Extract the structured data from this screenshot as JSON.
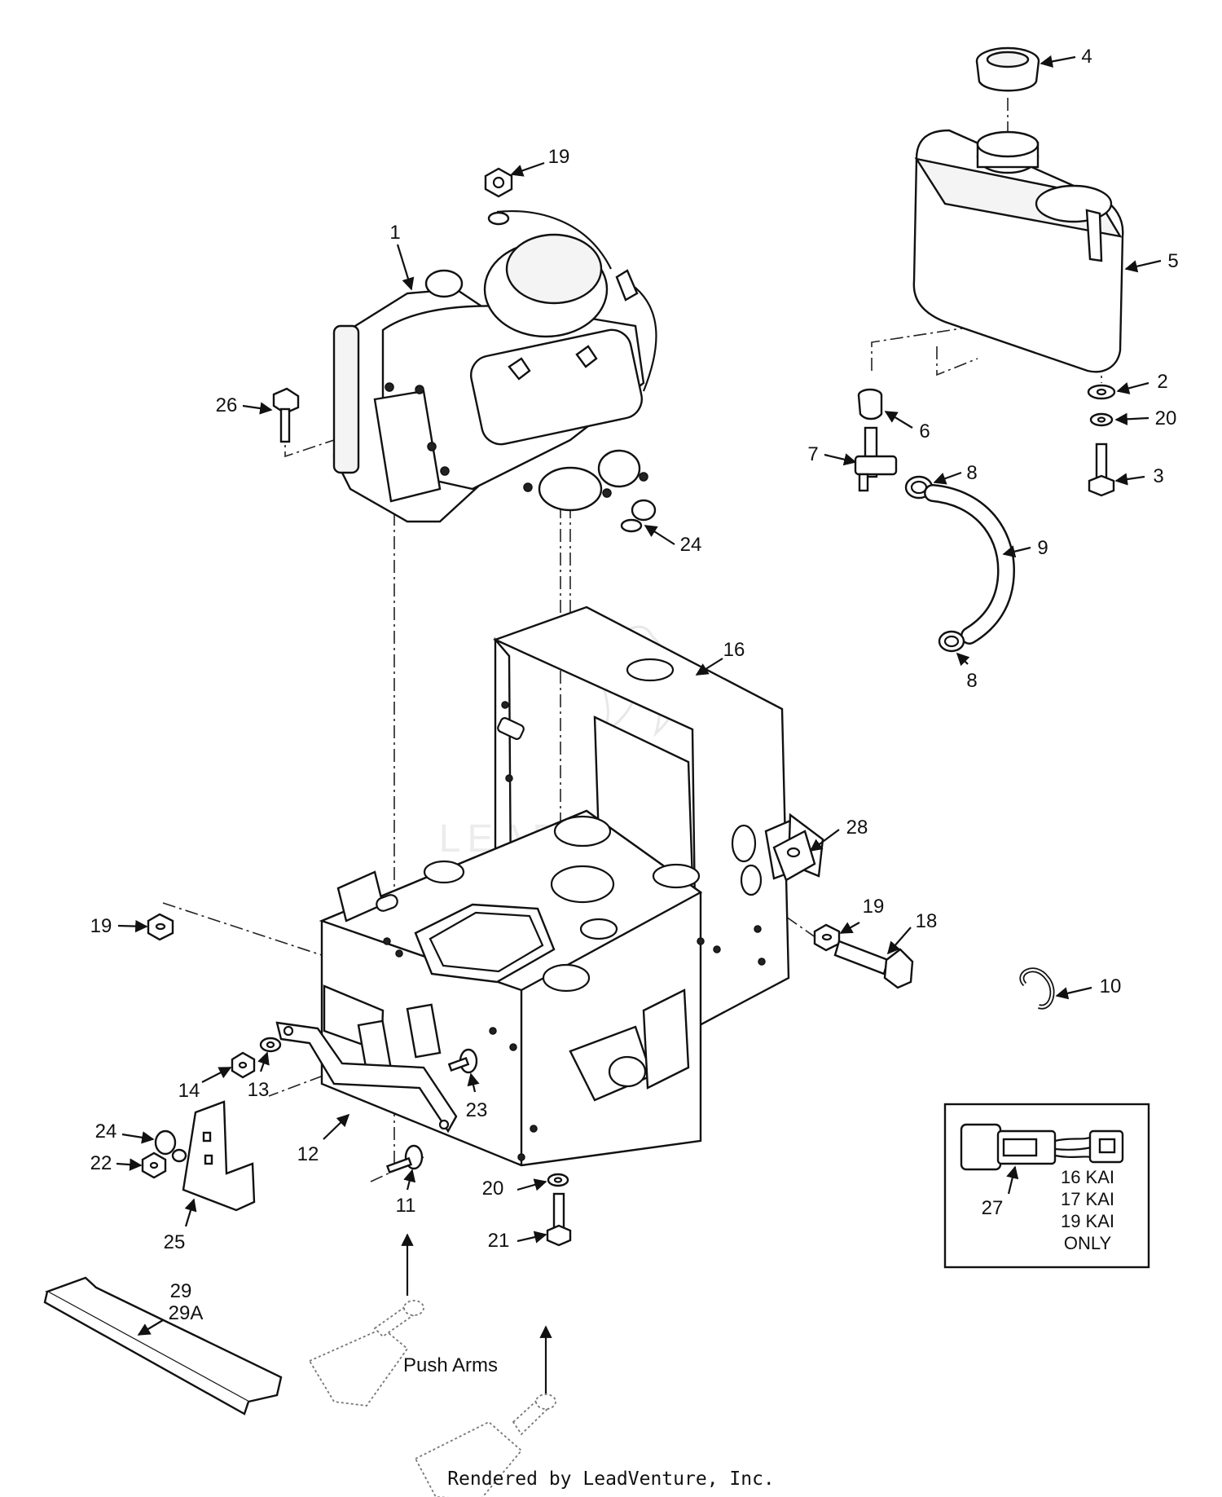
{
  "callouts": {
    "c1": "1",
    "c2": "2",
    "c3": "3",
    "c4": "4",
    "c5": "5",
    "c6": "6",
    "c7": "7",
    "c8a": "8",
    "c8b": "8",
    "c9": "9",
    "c10": "10",
    "c11": "11",
    "c12": "12",
    "c13": "13",
    "c14": "14",
    "c16": "16",
    "c18": "18",
    "c19a": "19",
    "c19b": "19",
    "c19c": "19",
    "c20a": "20",
    "c20b": "20",
    "c21": "21",
    "c22": "22",
    "c23": "23",
    "c24a": "24",
    "c24b": "24",
    "c25": "25",
    "c26": "26",
    "c27": "27",
    "c28": "28",
    "c29": "29",
    "c29a": "29A"
  },
  "inset": {
    "lines": [
      "16 KAI",
      "17 KAI",
      "19 KAI",
      "ONLY"
    ]
  },
  "push_arms_label": "Push Arms",
  "watermark": "LEADVENTURE",
  "footer": "Rendered by LeadVenture, Inc."
}
